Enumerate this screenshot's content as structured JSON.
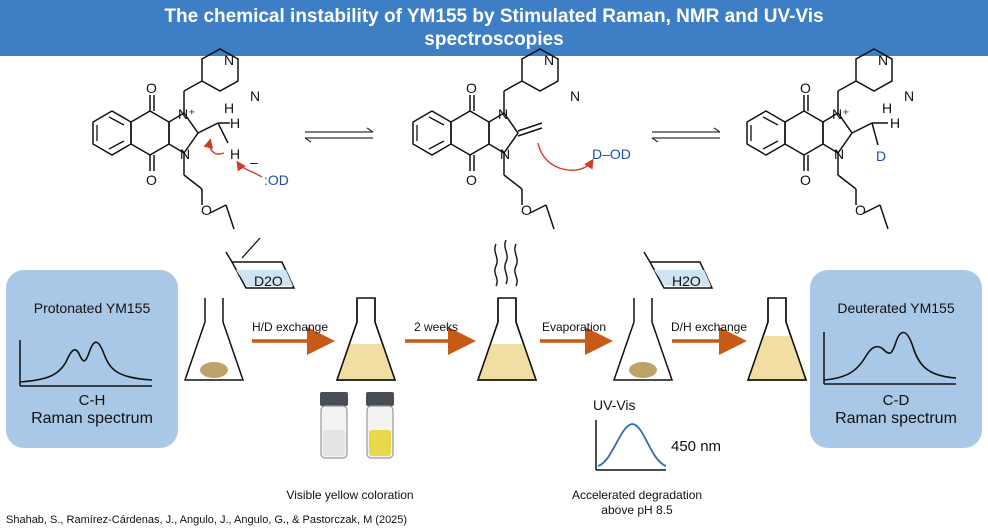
{
  "header": {
    "line1": "The chemical instability of YM155 by Stimulated Raman, NMR and UV-Vis",
    "line2": "spectroscopies"
  },
  "panels": {
    "left": {
      "title": "Protonated YM155",
      "bond": "C-H",
      "caption": "Raman spectrum"
    },
    "right": {
      "title": "Deuterated YM155",
      "bond": "C-D",
      "caption": "Raman spectrum"
    }
  },
  "reagents": {
    "d2o": "D2O",
    "h2o": "H2O"
  },
  "steps": {
    "hd_exchange": "H/D exchange",
    "two_weeks": "2 weeks",
    "evaporation": "Evaporation",
    "dh_exchange": "D/H exchange"
  },
  "observations": {
    "yellow": "Visible yellow coloration",
    "degradation_line1": "Accelerated degradation",
    "degradation_line2": "above pH 8.5"
  },
  "uvvis": {
    "title": "UV-Vis",
    "wavelength": "450 nm"
  },
  "molecule_labels": {
    "n": "N",
    "n_plus": "N⁺",
    "o": "O",
    "h": "H",
    "d": "D",
    "od_ion": ":OD",
    "d_od": "D–OD",
    "minus": "–"
  },
  "citation": "Shahab, S., Ramírez-Cárdenas, J., Angulo, J., Angulo, G., & Pastorczak, M (2025)",
  "colors": {
    "header": "#3d7ec4",
    "panel": "#a9c7e6",
    "arrow": "#c85a17",
    "liquid": "#f1dea2",
    "solid": "#bfa267",
    "deuterium": "#1f4fa8",
    "curly_arrow": "#d43a2a"
  }
}
